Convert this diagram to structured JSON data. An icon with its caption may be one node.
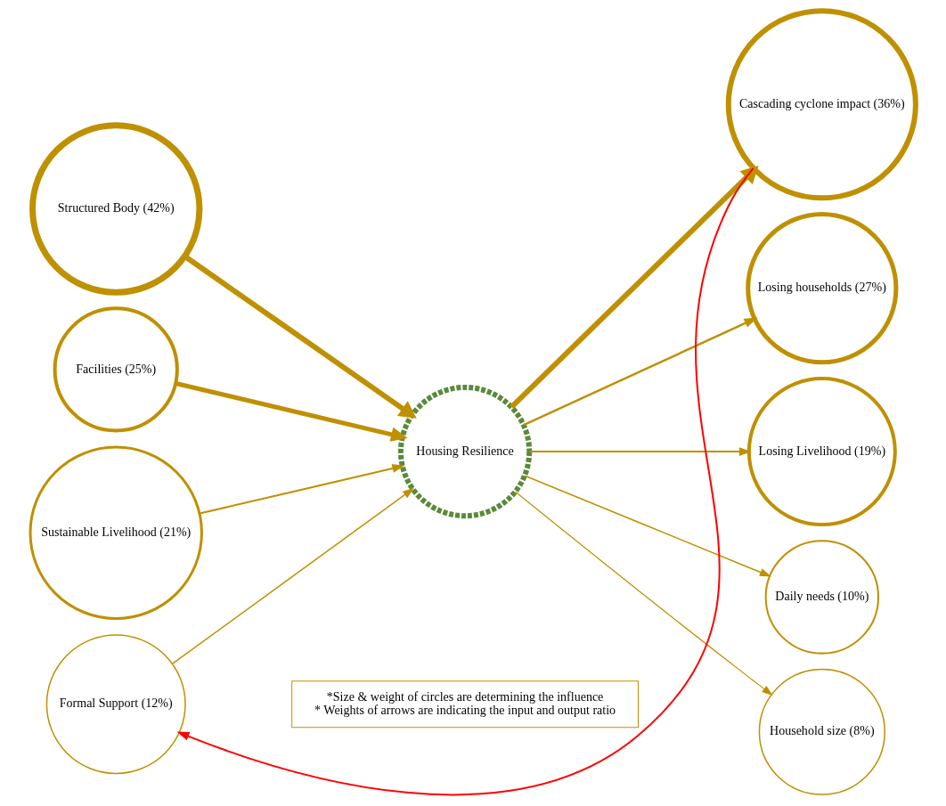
{
  "diagram": {
    "nodes": [
      {
        "text": [
          "Structured Body (42%)"
        ]
      },
      {
        "text": [
          "Facilities (25%)"
        ]
      },
      {
        "text": [
          "Sustainable Livelihood (21%)"
        ]
      },
      {
        "text": [
          "Formal Support (12%)"
        ]
      },
      {
        "text": [
          "Housing Resilience"
        ]
      },
      {
        "text": [
          "Cascading cyclone impact (36%)"
        ]
      },
      {
        "text": [
          "Losing households (27%)"
        ]
      },
      {
        "text": [
          "Losing Livelihood (19%)"
        ]
      },
      {
        "text": [
          "Daily needs (10%)"
        ]
      },
      {
        "text": [
          "Household size (8%)"
        ]
      }
    ],
    "edges": [
      {
        "from": 0,
        "to": 4,
        "arrow": "to",
        "style": "thick"
      },
      {
        "from": 1,
        "to": 4,
        "arrow": "to",
        "style": "thick"
      },
      {
        "from": 2,
        "to": 4,
        "arrow": "to"
      },
      {
        "from": 3,
        "to": 4,
        "arrow": "to"
      },
      {
        "from": 4,
        "to": 5,
        "arrow": "to",
        "style": "thick"
      },
      {
        "from": 4,
        "to": 6,
        "arrow": "to"
      },
      {
        "from": 4,
        "to": 7,
        "arrow": "to"
      },
      {
        "from": 4,
        "to": 8,
        "arrow": "to"
      },
      {
        "from": 4,
        "to": 9,
        "arrow": "to"
      },
      {
        "from": 5,
        "to": 3,
        "arrow": "to",
        "color": "#ff0000"
      }
    ],
    "labels": [
      "*Size & weight of circles are determining the influence",
      "* Weights of arrows are indicating the input and output ratio"
    ]
  }
}
